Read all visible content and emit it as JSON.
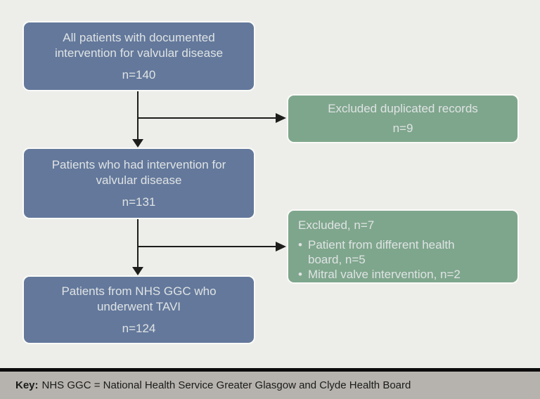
{
  "diagram": {
    "nodes": {
      "all_patients": {
        "line1": "All patients with documented",
        "line2": "intervention for valvular disease",
        "n": "n=140"
      },
      "excluded_duplicates": {
        "line1": "Excluded duplicated records",
        "n": "n=9"
      },
      "intervention": {
        "line1": "Patients who had intervention for",
        "line2": "valvular disease",
        "n": "n=131"
      },
      "excluded_other": {
        "title": "Excluded, n=7",
        "items": [
          "Patient from different health board, n=5",
          "Mitral valve intervention, n=2"
        ]
      },
      "tavi": {
        "line1": "Patients from NHS GGC who",
        "line2": "underwent TAVI",
        "n": "n=124"
      }
    },
    "key": {
      "label": "Key:",
      "text": "NHS GGC = National Health Service Greater Glasgow and Clyde Health Board"
    },
    "icons": {
      "bullet": "•"
    },
    "colors": {
      "background": "#edeeea",
      "node_blue": "#63789b",
      "node_green": "#7ea68c",
      "node_border": "#fafaf8",
      "node_text": "#dfe3e4",
      "arrow": "#1d1d1b",
      "key_bar": "#b6b3ae",
      "key_text": "#1b1b19"
    }
  }
}
